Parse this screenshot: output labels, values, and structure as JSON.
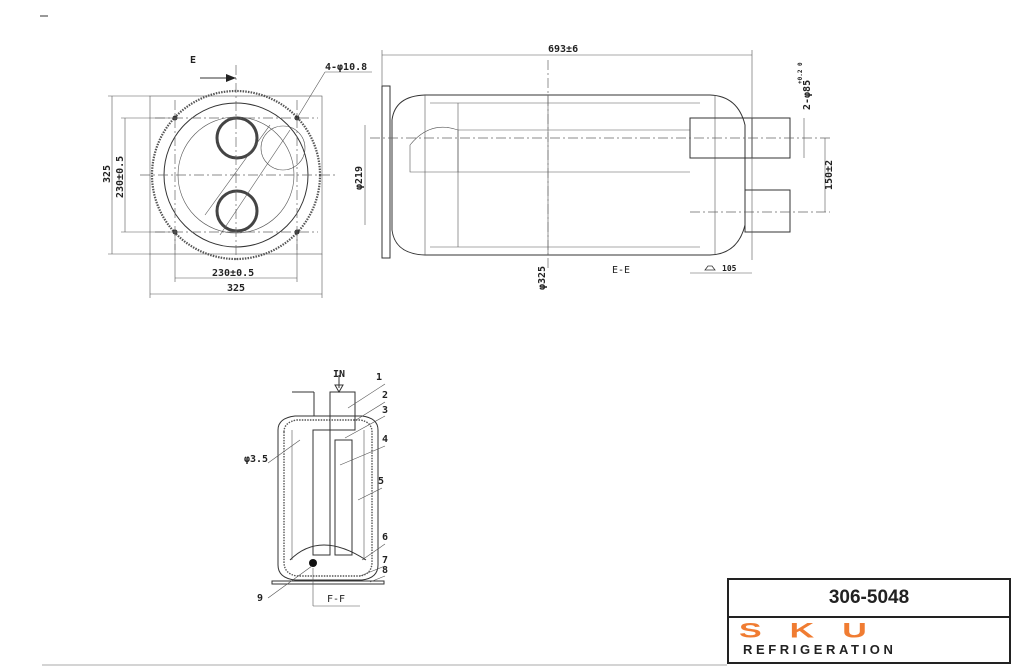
{
  "front_view": {
    "section_mark": "E",
    "hole_note": "4-φ10.8",
    "dim_height": "325",
    "dim_hole_v": "230±0.5",
    "dim_hole_h": "230±0.5",
    "dim_width": "325"
  },
  "side_view": {
    "dim_length": "693±6",
    "dim_pipe": "2-φ85",
    "dim_pipe_tol": "+0.2 0",
    "dim_flange": "φ219",
    "dim_body": "φ325",
    "section_label": "E-E",
    "dim_offset": "150±2",
    "dim_pipe_len": "105"
  },
  "section_view": {
    "inlet": "IN",
    "hole": "φ3.5",
    "section_label": "F-F",
    "callouts": [
      "1",
      "2",
      "3",
      "4",
      "5",
      "6",
      "7",
      "8",
      "9"
    ]
  },
  "title_block": {
    "part_number": "306-5048",
    "logo_text": "SKU",
    "logo_sub": "REFRIGERATION",
    "logo_color": "#f07c32"
  }
}
